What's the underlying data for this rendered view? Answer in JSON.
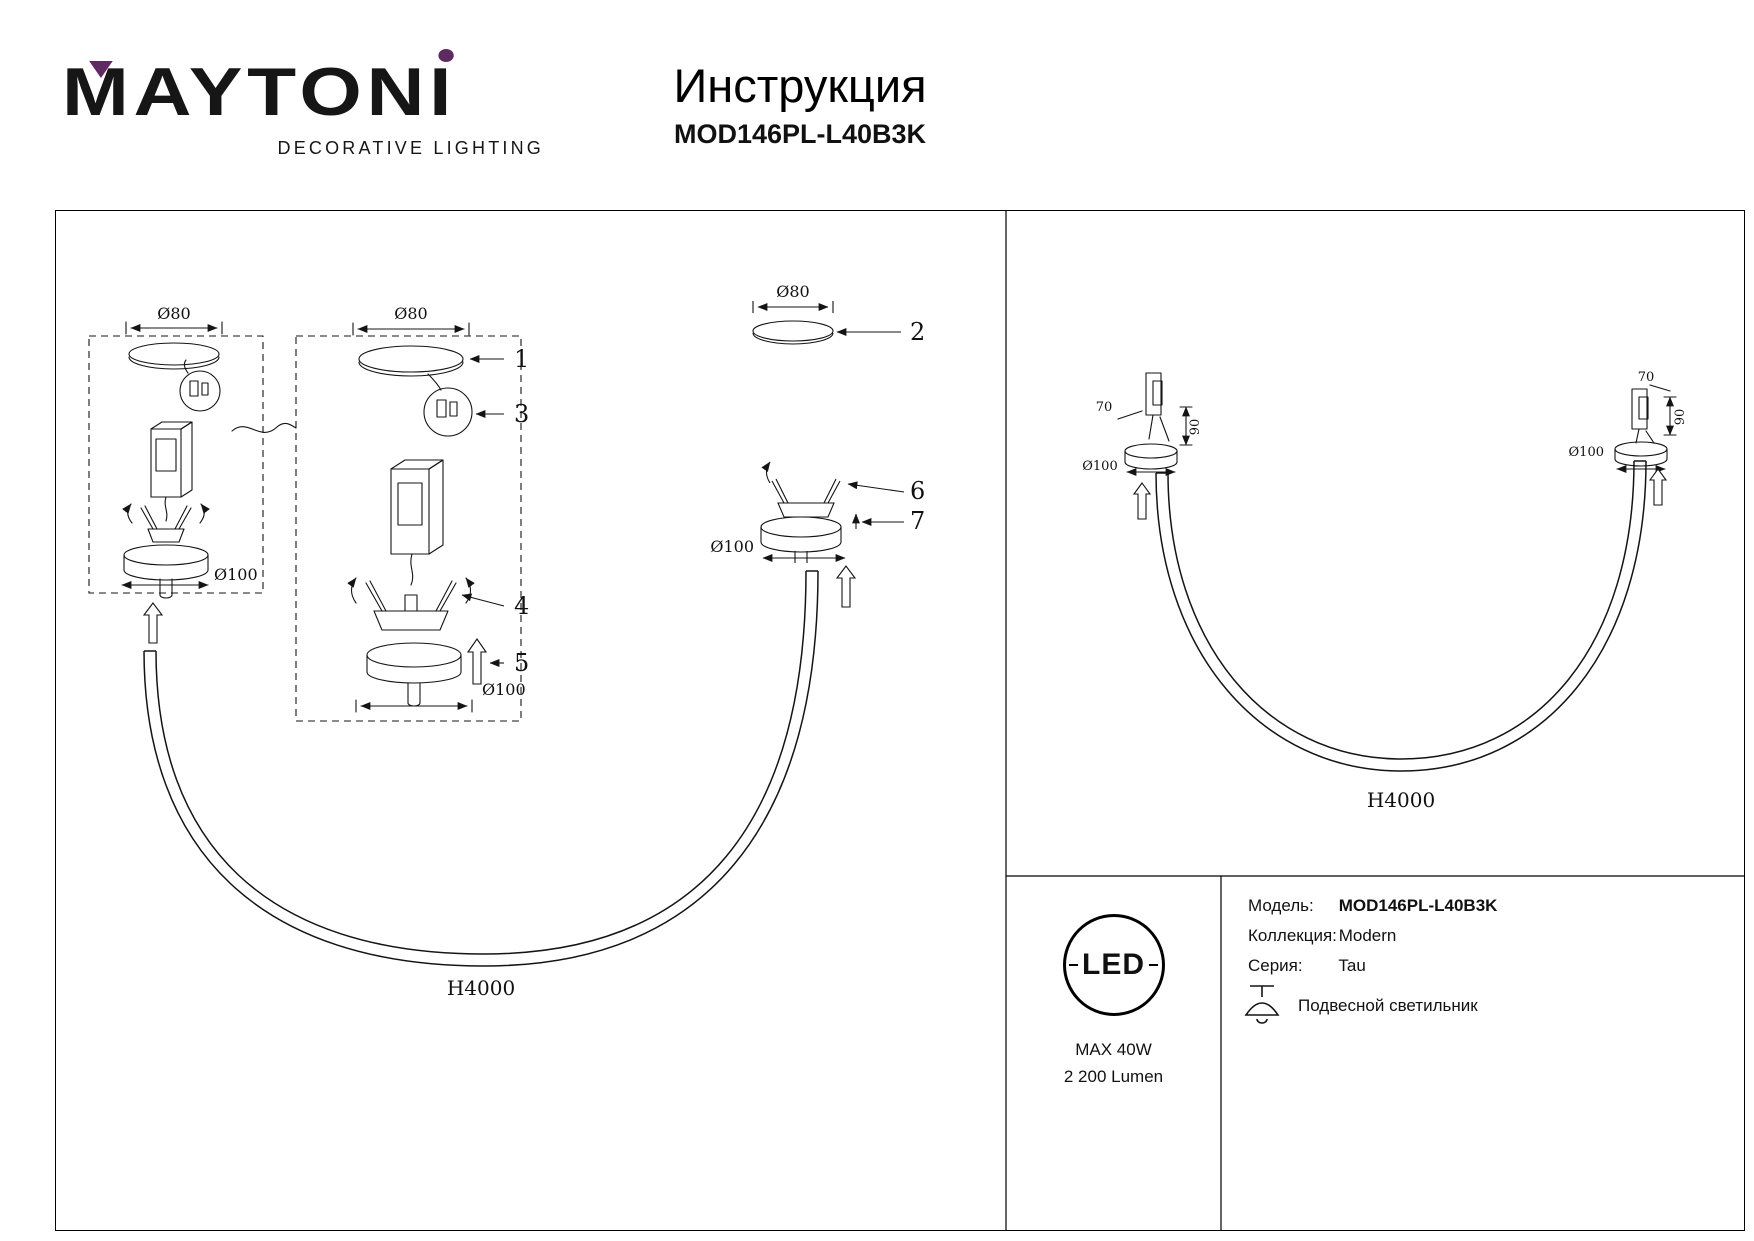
{
  "header": {
    "brand": "MAYTONI",
    "brand_sub": "DECORATIVE LIGHTING",
    "title": "Инструкция",
    "model": "MOD146PL-L40B3K"
  },
  "diagram": {
    "dims": {
      "d80": "Ø80",
      "d100": "Ø100",
      "h4000": "H4000",
      "w70": "70",
      "h90": "90"
    },
    "parts": {
      "p1": "1",
      "p2": "2",
      "p3": "3",
      "p4": "4",
      "p5": "5",
      "p6": "6",
      "p7": "7"
    }
  },
  "spec": {
    "led_label": "LED",
    "max_power": "MAX 40W",
    "lumens": "2 200 Lumen",
    "model_label": "Модель:",
    "model_value": "MOD146PL-L40B3K",
    "collection_label": "Коллекция:",
    "collection_value": "Modern",
    "series_label": "Серия:",
    "series_value": "Tau",
    "type_value": "Подвесной светильник"
  },
  "colors": {
    "accent_purple": "#5e2a61",
    "line": "#141414"
  }
}
